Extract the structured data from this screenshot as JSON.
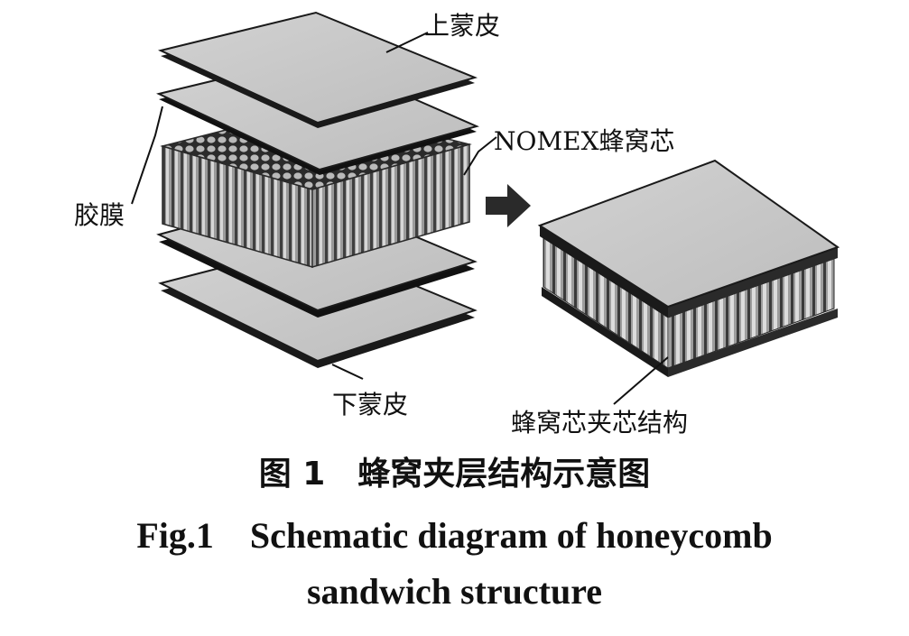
{
  "labels": {
    "upper_skin": "上蒙皮",
    "film": "胶膜",
    "core": "NOMEX蜂窝芯",
    "lower_skin": "下蒙皮",
    "assembly": "蜂窝芯夹芯结构"
  },
  "caption": {
    "cn": "图 1　蜂窝夹层结构示意图",
    "en_line1": "Fig.1    Schematic diagram of honeycomb",
    "en_line2": "sandwich structure"
  },
  "colors": {
    "panel_fill": "#c9c9c9",
    "panel_edge": "#1a1a1a",
    "core_tube": "#8f8f8f",
    "arrow": "#2a2a2a"
  }
}
